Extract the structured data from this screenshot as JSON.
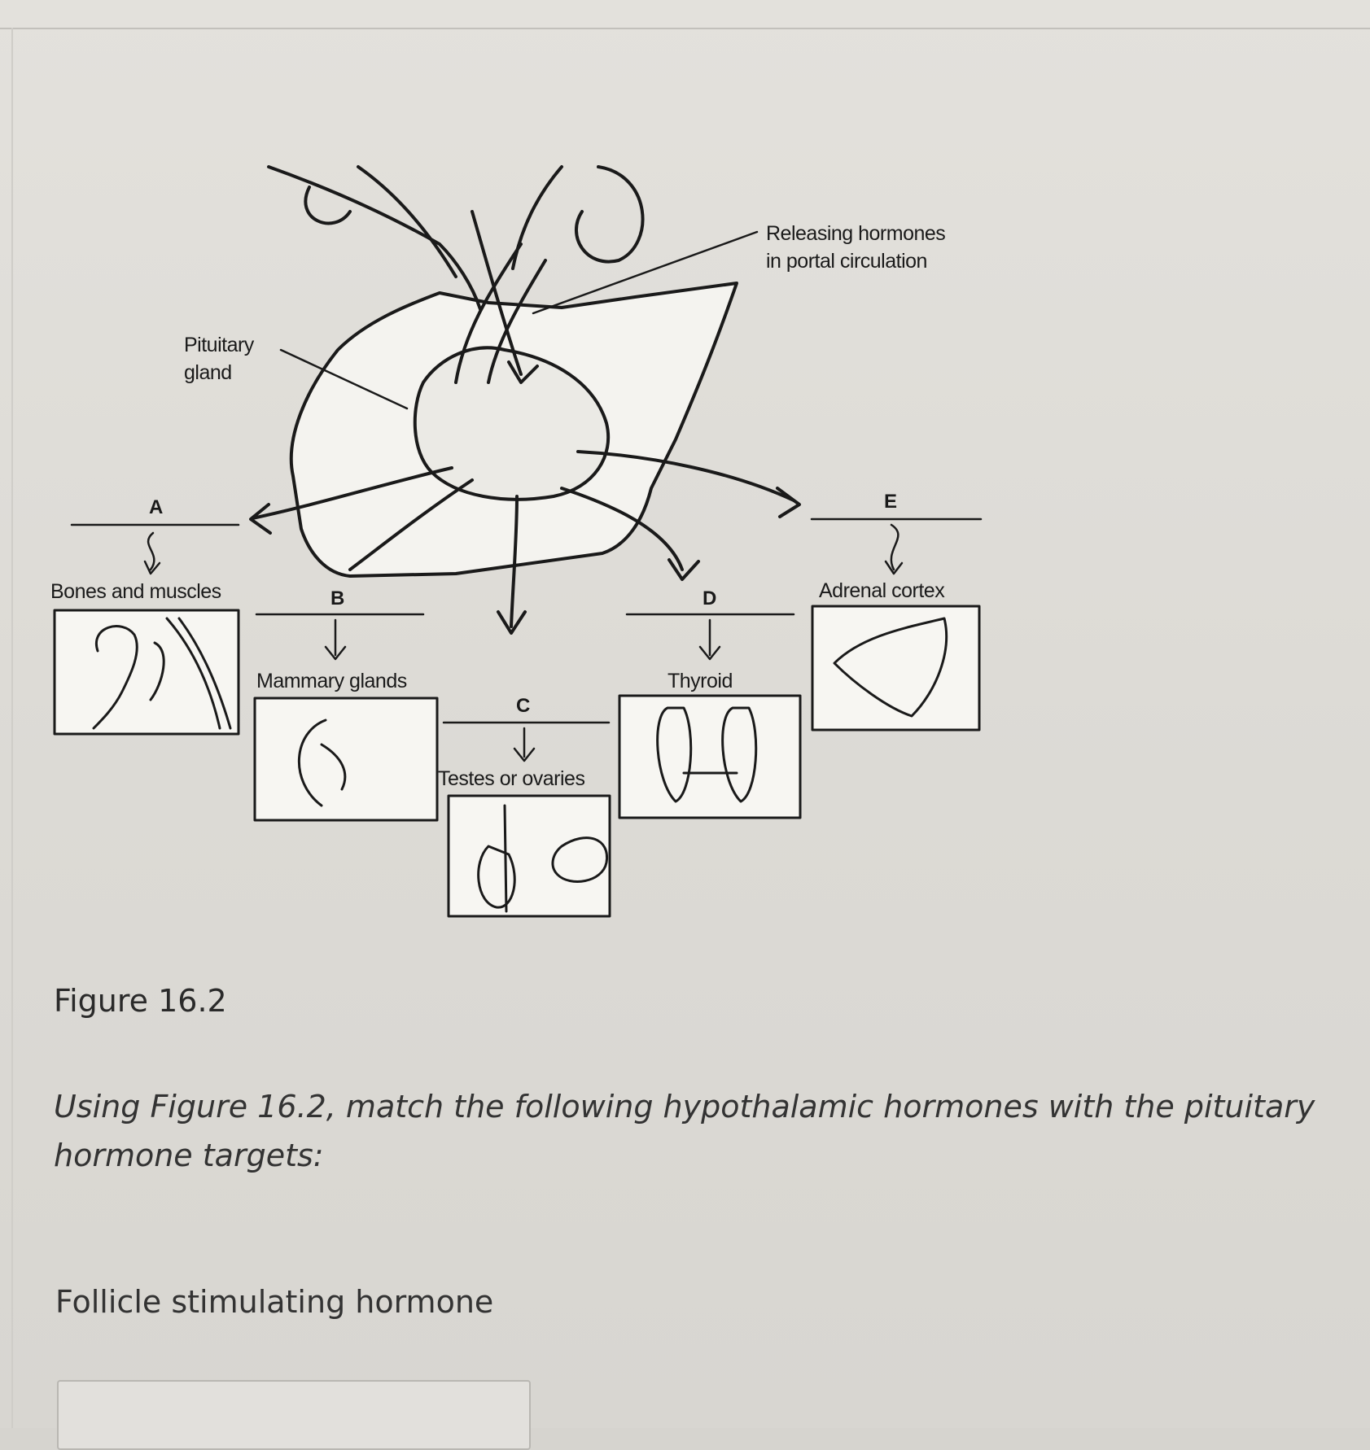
{
  "figure": {
    "caption": "Figure 16.2",
    "labels": {
      "releasing_line1": "Releasing hormones",
      "releasing_line2": "in portal circulation",
      "pituitary_line1": "Pituitary",
      "pituitary_line2": "gland",
      "bones_muscles": "Bones and muscles",
      "mammary": "Mammary glands",
      "testes_ovaries": "Testes or ovaries",
      "thyroid": "Thyroid",
      "adrenal": "Adrenal cortex"
    },
    "letters": {
      "a": "A",
      "b": "B",
      "c": "C",
      "d": "D",
      "e": "E"
    }
  },
  "question": {
    "prompt": "Using Figure 16.2, match the following hypothalamic hormones with the pituitary hormone targets:",
    "item": "Follicle stimulating hormone",
    "answer_value": ""
  }
}
